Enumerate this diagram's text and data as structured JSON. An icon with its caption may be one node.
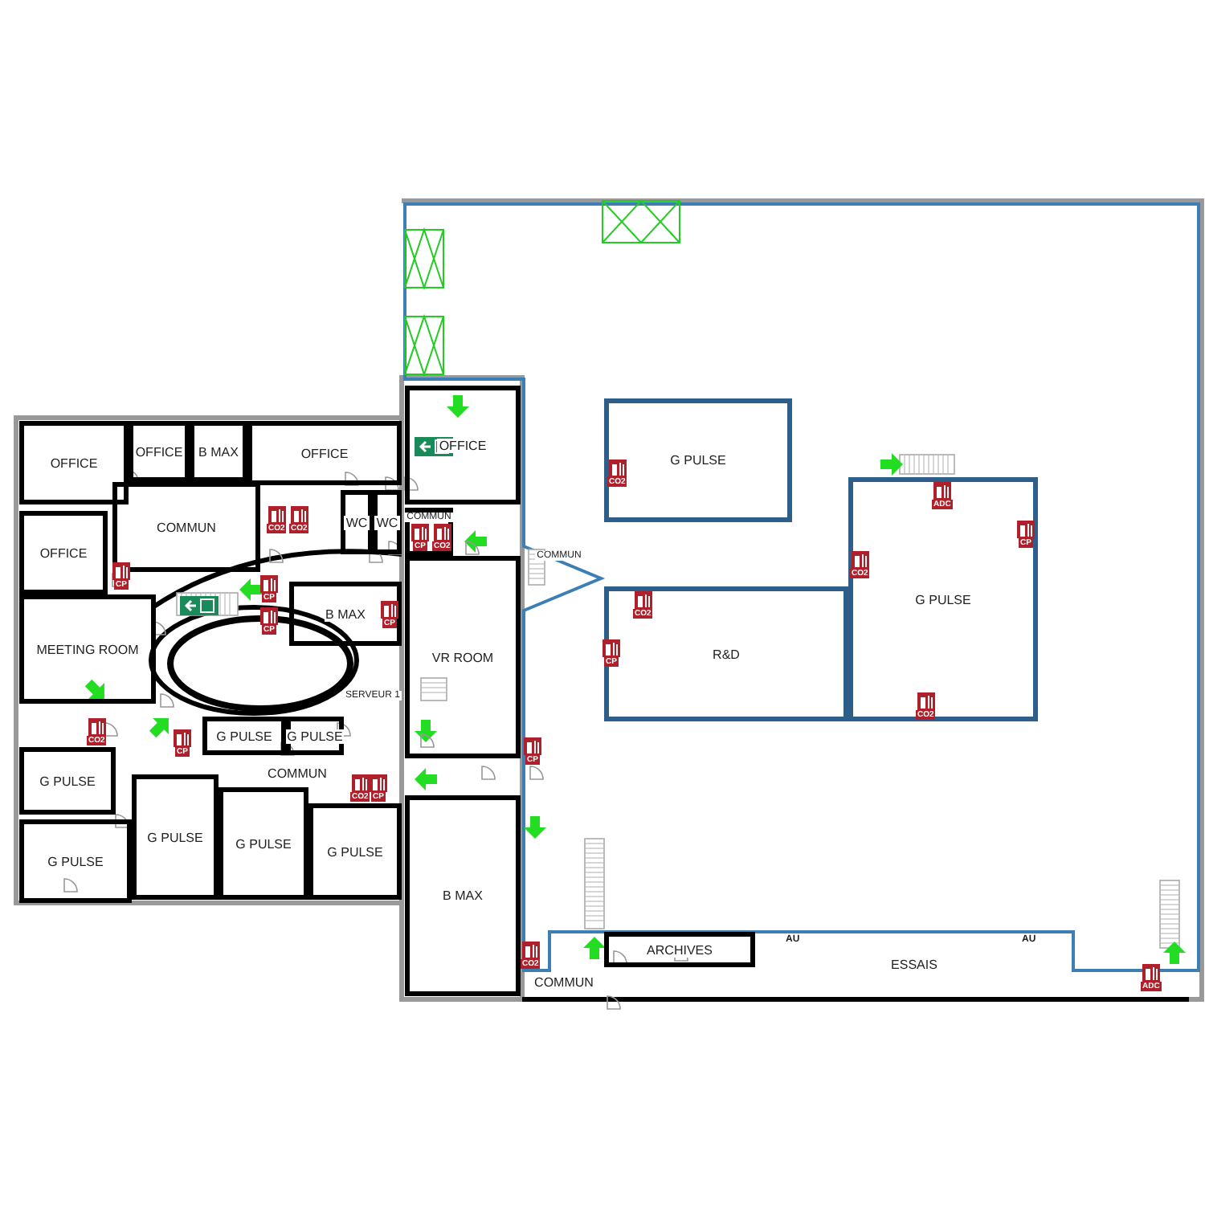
{
  "diagram": {
    "nodes": [
      {
        "text": [
          "OFFICE"
        ]
      },
      {
        "text": [
          "OFFICE"
        ]
      },
      {
        "text": [
          "B MAX"
        ]
      },
      {
        "text": [
          "OFFICE"
        ]
      },
      {
        "text": [
          "OFFICE"
        ]
      },
      {
        "text": [
          "COMMUN"
        ]
      },
      {
        "text": [
          "WC"
        ]
      },
      {
        "text": [
          "WC"
        ]
      },
      {
        "text": [
          "B MAX"
        ]
      },
      {
        "text": [
          "MEETING ROOM"
        ]
      },
      {
        "text": [
          "SERVEUR 1"
        ]
      },
      {
        "text": [
          "G PULSE"
        ]
      },
      {
        "text": [
          "G PULSE"
        ]
      },
      {
        "text": [
          "COMMUN"
        ]
      },
      {
        "text": [
          "G PULSE"
        ]
      },
      {
        "text": [
          "G PULSE"
        ]
      },
      {
        "text": [
          "G PULSE"
        ]
      },
      {
        "text": [
          "G PULSE"
        ]
      },
      {
        "text": [
          "G PULSE"
        ]
      },
      {
        "text": [
          "OFFICE"
        ]
      },
      {
        "text": [
          "COMMUN"
        ]
      },
      {
        "text": [
          "VR ROOM"
        ]
      },
      {
        "text": [
          "COMMUN"
        ]
      },
      {
        "text": [
          "B MAX"
        ]
      },
      {
        "text": [
          "COMMUN"
        ]
      },
      {
        "text": [
          "G PULSE"
        ]
      },
      {
        "text": [
          "R&D"
        ]
      },
      {
        "text": [
          "G PULSE"
        ]
      },
      {
        "text": [
          "ARCHIVES"
        ]
      },
      {
        "text": [
          "ESSAIS"
        ]
      }
    ],
    "labels": [
      "CO2",
      "ADC",
      "CO2",
      "CO2",
      "CP",
      "CP",
      "CO2",
      "CO2",
      "CP",
      "CP",
      "CO2",
      "CP",
      "CP",
      "CP",
      "CO2",
      "CO2",
      "CP",
      "CP",
      "CO2",
      "CP",
      "AU",
      "AU",
      "CO2",
      "ADC"
    ]
  }
}
